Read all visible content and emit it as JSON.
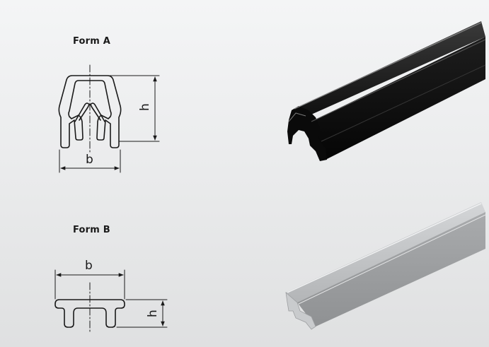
{
  "form_a": {
    "title": "Form A",
    "width_label": "b",
    "height_label": "h"
  },
  "form_b": {
    "title": "Form B",
    "width_label": "b",
    "height_label": "h"
  },
  "products": [
    {
      "name": "black-profile-rail",
      "color": "#141414"
    },
    {
      "name": "grey-profile-rail",
      "color": "#b7b9bb"
    }
  ],
  "colors": {
    "background": "#ececed",
    "line": "#1a1a1a"
  }
}
